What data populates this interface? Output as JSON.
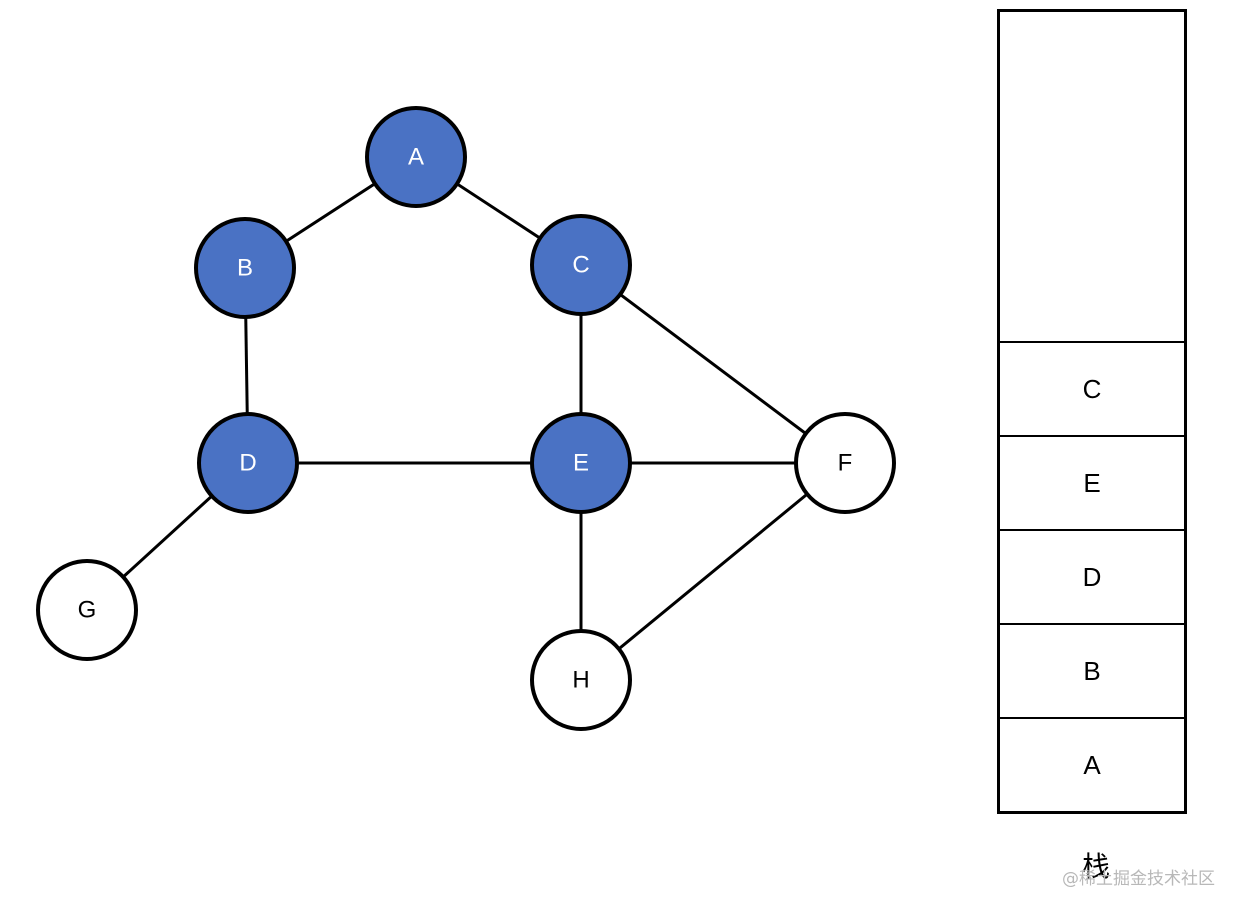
{
  "colors": {
    "visited_fill": "#4a72c4",
    "visited_text": "#ffffff",
    "unvisited_fill": "#ffffff",
    "unvisited_text": "#000000"
  },
  "graph": {
    "nodes": [
      {
        "id": "A",
        "label": "A",
        "visited": true
      },
      {
        "id": "B",
        "label": "B",
        "visited": true
      },
      {
        "id": "C",
        "label": "C",
        "visited": true
      },
      {
        "id": "D",
        "label": "D",
        "visited": true
      },
      {
        "id": "E",
        "label": "E",
        "visited": true
      },
      {
        "id": "F",
        "label": "F",
        "visited": false
      },
      {
        "id": "G",
        "label": "G",
        "visited": false
      },
      {
        "id": "H",
        "label": "H",
        "visited": false
      }
    ],
    "edges": [
      [
        "A",
        "B"
      ],
      [
        "A",
        "C"
      ],
      [
        "B",
        "D"
      ],
      [
        "C",
        "E"
      ],
      [
        "C",
        "F"
      ],
      [
        "D",
        "E"
      ],
      [
        "E",
        "F"
      ],
      [
        "D",
        "G"
      ],
      [
        "E",
        "H"
      ],
      [
        "F",
        "H"
      ]
    ]
  },
  "stack": {
    "items_top_to_bottom": [
      "C",
      "E",
      "D",
      "B",
      "A"
    ],
    "caption": "栈"
  },
  "watermark": "@稀土掘金技术社区"
}
